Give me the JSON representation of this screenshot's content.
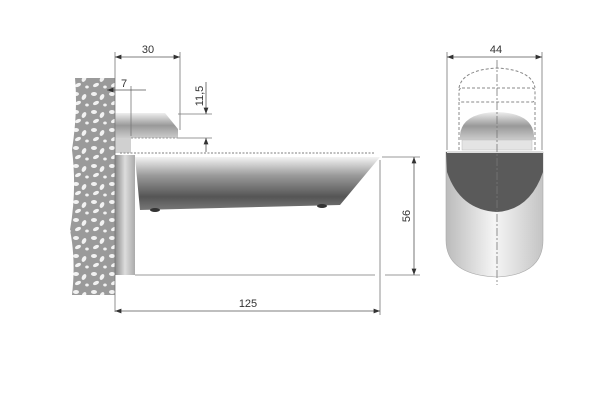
{
  "dimensions": {
    "clamp_depth": "30",
    "wall_offset": "7",
    "glass_thickness": "11,5",
    "bracket_height": "56",
    "bracket_length": "125",
    "bracket_width": "44"
  }
}
